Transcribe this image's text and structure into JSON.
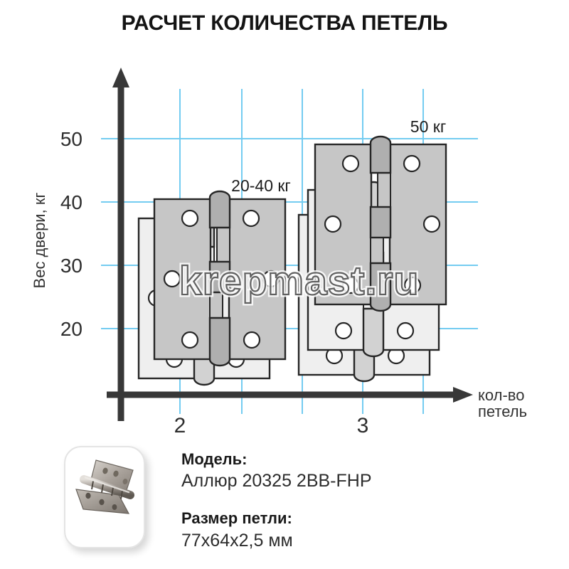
{
  "title": "РАСЧЕТ КОЛИЧЕСТВА ПЕТЕЛЬ",
  "watermark": "krepmast.ru",
  "chart_data": {
    "type": "pictorial",
    "title": "РАСЧЕТ КОЛИЧЕСТВА ПЕТЕЛЬ",
    "xlabel": "кол-во петель",
    "ylabel": "Вес двери, кг",
    "x_ticks": [
      "2",
      "3"
    ],
    "y_ticks": [
      "50",
      "40",
      "30",
      "20"
    ],
    "ylim": [
      10,
      57
    ],
    "grid": true,
    "legend": "none",
    "points": [
      {
        "hinges_count": "2",
        "door_weight_label": "20-40 кг",
        "weight_min_kg": 20,
        "weight_max_kg": 40,
        "hinge_icons_drawn": 2
      },
      {
        "hinges_count": "3",
        "door_weight_label": "50 кг",
        "weight_max_kg": 50,
        "hinge_icons_drawn": 3
      }
    ]
  },
  "axis": {
    "x_title_line1": "кол-во",
    "x_title_line2": "петель"
  },
  "info": {
    "model_label": "Модель:",
    "model_value": "Аллюр 20325 2BB-FHP",
    "size_label": "Размер петли:",
    "size_value": "77х64х2,5 мм"
  },
  "colors": {
    "grid": "#74ccf1",
    "axis": "#383838",
    "hinge_front_leaf": "#c6c6c6",
    "hinge_front_pin": "#afafaf",
    "hinge_back_leaf": "#efefef",
    "hinge_back_pin": "#d2d2d2",
    "outline": "#262626",
    "text": "#1d1d1d"
  }
}
